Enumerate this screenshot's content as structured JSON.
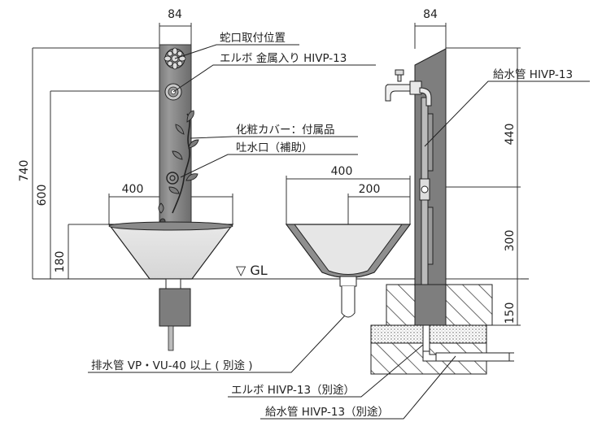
{
  "front_view": {
    "dim_top_width": "84",
    "dim_total_height": "740",
    "dim_spout_height": "600",
    "dim_basin_height": "180",
    "dim_basin_width": "400",
    "label_faucet_position": "蛇口取付位置",
    "label_elbow_metal": "エルボ 金属入り HIVP-13",
    "label_cover": "化粧カバー：付属品",
    "label_spout": "吐水口（補助）"
  },
  "side_view": {
    "dim_top_width": "84",
    "dim_basin_width": "400",
    "dim_basin_half": "200",
    "dim_upper": "440",
    "dim_middle": "300",
    "dim_lower": "150",
    "label_supply_pipe_top": "給水管 HIVP-13"
  },
  "ground_label": "▽ GL",
  "bottom_labels": {
    "drain": "排水管 VP・VU-40 以上 ( 別途 )",
    "elbow": "エルボ HIVP-13（別途）",
    "supply": "給水管 HIVP-13（別途）"
  }
}
